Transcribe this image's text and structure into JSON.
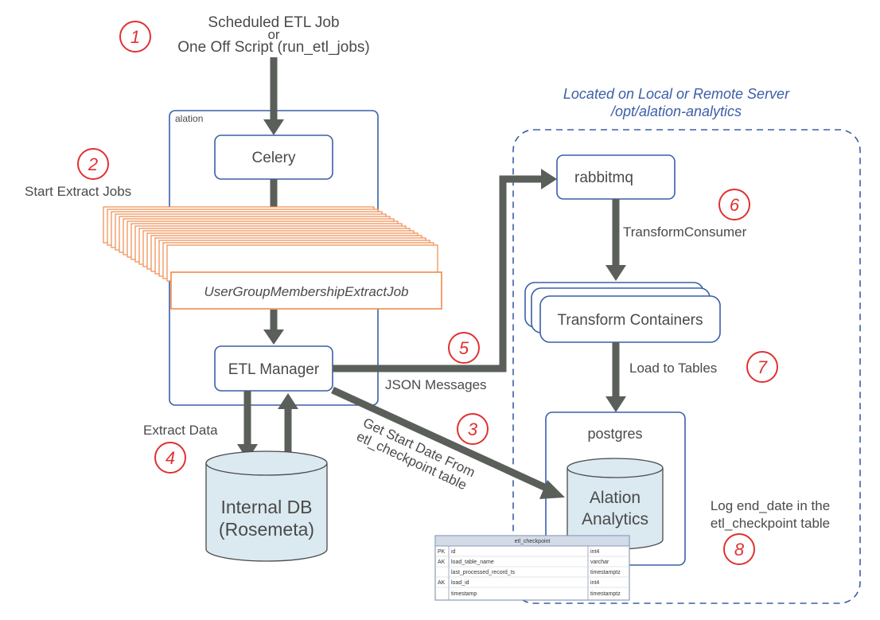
{
  "steps": {
    "s1": "1",
    "s2": "2",
    "s3": "3",
    "s4": "4",
    "s5": "5",
    "s6": "6",
    "s7": "7",
    "s8": "8"
  },
  "labels": {
    "trigger_line1": "Scheduled ETL Job",
    "trigger_line2": "or",
    "trigger_line3": "One Off Script (run_etl_jobs)",
    "start_extract": "Start Extract Jobs",
    "extract_data": "Extract Data",
    "json_messages": "JSON Messages",
    "get_start_date_line1": "Get Start Date From",
    "get_start_date_line2": "etl_checkpoint table",
    "transform_consumer": "TransformConsumer",
    "load_to_tables": "Load to Tables",
    "log_end_line1": "Log end_date in the",
    "log_end_line2": "etl_checkpoint table",
    "server_line1": "Located on Local or Remote Server",
    "server_line2": "/opt/alation-analytics"
  },
  "nodes": {
    "alation": "alation",
    "celery": "Celery",
    "extract_job": "UserGroupMembershipExtractJob",
    "etl_manager": "ETL Manager",
    "rabbitmq": "rabbitmq",
    "transform": "Transform Containers",
    "postgres": "postgres",
    "analytics_line1": "Alation",
    "analytics_line2": "Analytics",
    "internal_db_line1": "Internal DB",
    "internal_db_line2": "(Rosemeta)"
  },
  "checkpoint_table": {
    "title": "etl_checkpoint",
    "rows": [
      {
        "key": "PK",
        "name": "id",
        "type": "int4"
      },
      {
        "key": "AK",
        "name": "load_table_name",
        "type": "varchar"
      },
      {
        "key": "",
        "name": "last_processed_record_ts",
        "type": "timestamptz"
      },
      {
        "key": "AK",
        "name": "load_id",
        "type": "int4"
      },
      {
        "key": "",
        "name": "timestamp",
        "type": "timestamptz"
      }
    ]
  },
  "colors": {
    "box_border": "#3b5ea8",
    "job_border": "#f08a4b",
    "arrow": "#5a5f5a",
    "step_number": "#e03131",
    "db_fill": "#dbe9f1"
  }
}
